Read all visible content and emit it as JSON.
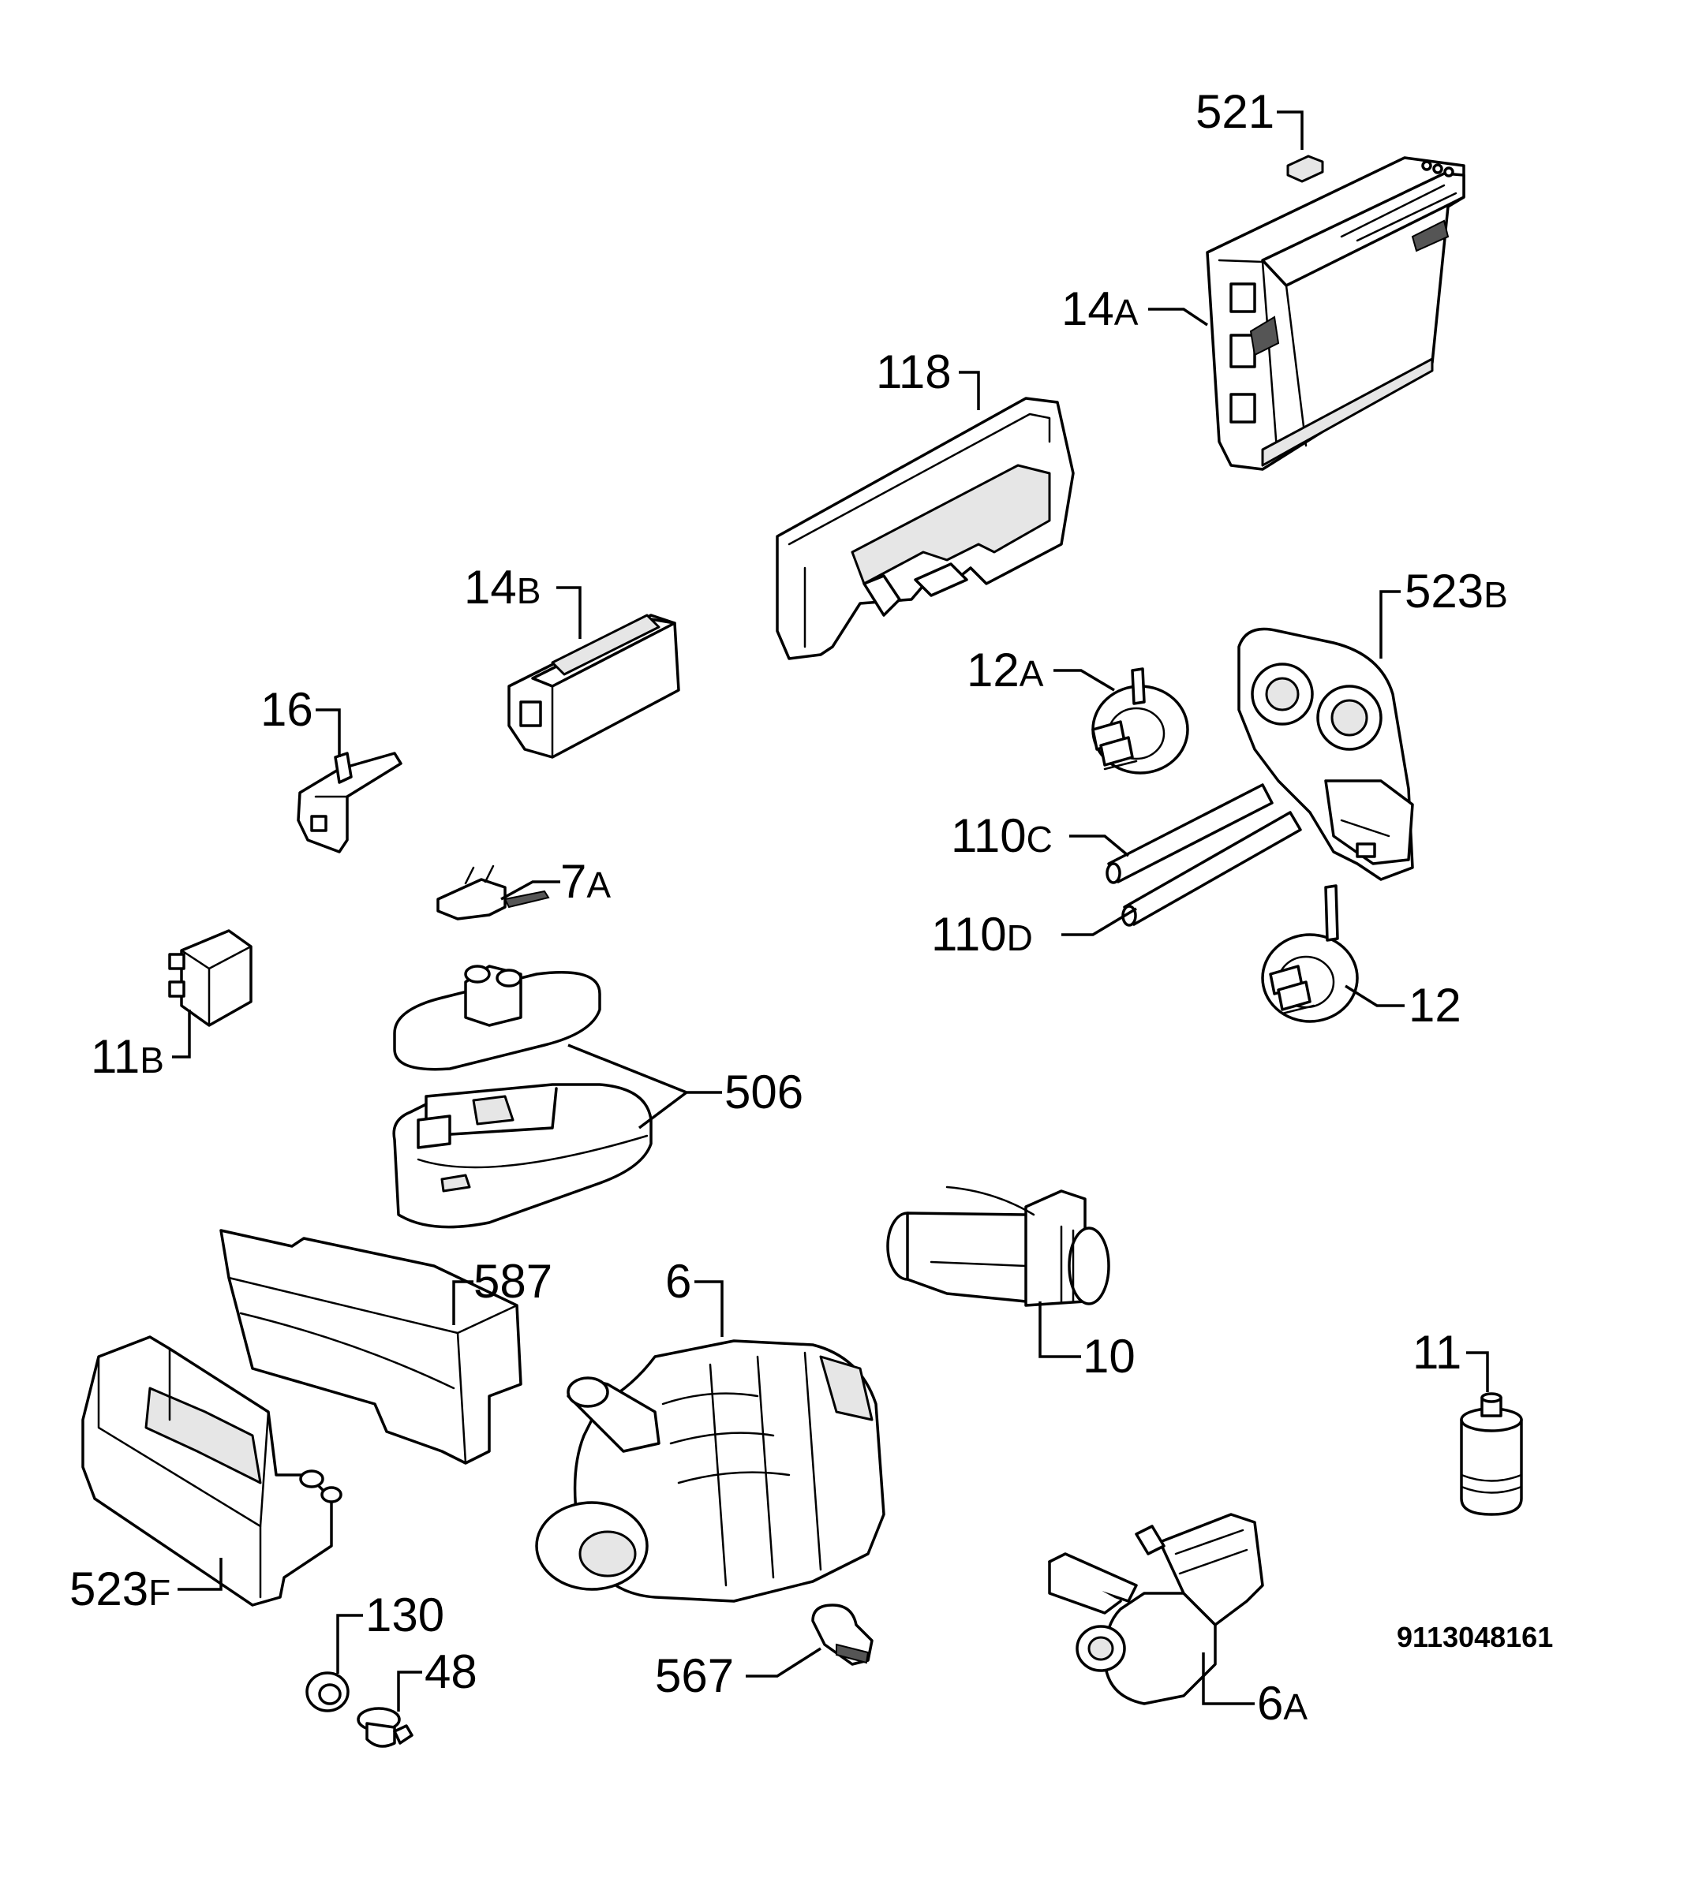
{
  "document_number": "9113048161",
  "labels": [
    {
      "id": "521",
      "num": "521",
      "suffix": ""
    },
    {
      "id": "14a",
      "num": "14",
      "suffix": "A"
    },
    {
      "id": "118",
      "num": "118",
      "suffix": ""
    },
    {
      "id": "14b",
      "num": "14",
      "suffix": "B"
    },
    {
      "id": "523b",
      "num": "523",
      "suffix": "B"
    },
    {
      "id": "12a",
      "num": "12",
      "suffix": "A"
    },
    {
      "id": "16",
      "num": "16",
      "suffix": ""
    },
    {
      "id": "110c",
      "num": "110",
      "suffix": "C"
    },
    {
      "id": "7a",
      "num": "7",
      "suffix": "A"
    },
    {
      "id": "110d",
      "num": "110",
      "suffix": "D"
    },
    {
      "id": "12",
      "num": "12",
      "suffix": ""
    },
    {
      "id": "11b",
      "num": "11",
      "suffix": "B"
    },
    {
      "id": "506",
      "num": "506",
      "suffix": ""
    },
    {
      "id": "587",
      "num": "587",
      "suffix": ""
    },
    {
      "id": "6",
      "num": "6",
      "suffix": ""
    },
    {
      "id": "10",
      "num": "10",
      "suffix": ""
    },
    {
      "id": "11",
      "num": "11",
      "suffix": ""
    },
    {
      "id": "523f",
      "num": "523",
      "suffix": "F"
    },
    {
      "id": "130",
      "num": "130",
      "suffix": ""
    },
    {
      "id": "48",
      "num": "48",
      "suffix": ""
    },
    {
      "id": "567",
      "num": "567",
      "suffix": ""
    },
    {
      "id": "6a",
      "num": "6",
      "suffix": "A"
    }
  ]
}
